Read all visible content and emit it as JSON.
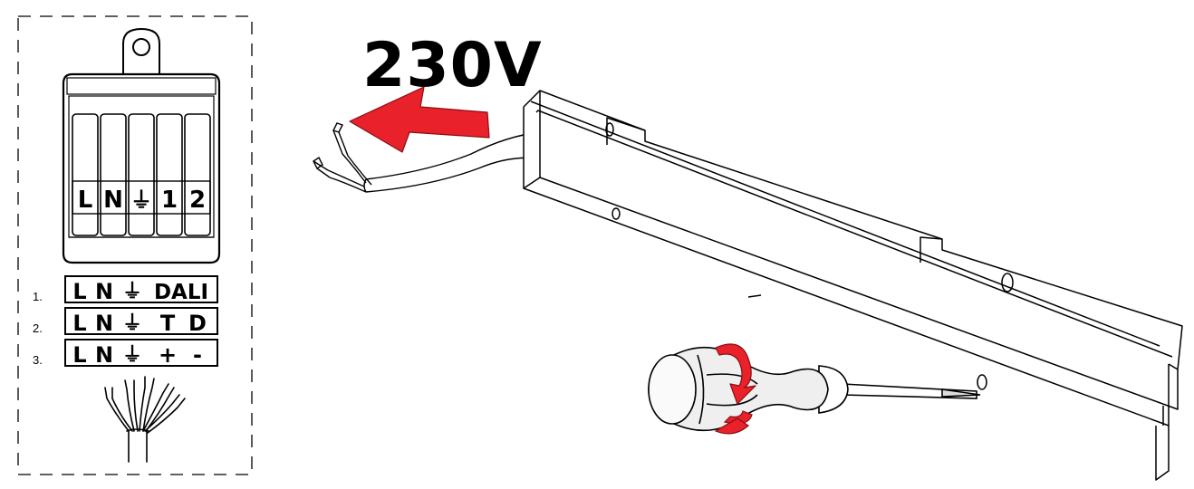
{
  "voltage_label": "230V",
  "terminal_block": {
    "terminals": [
      "L",
      "N",
      "⏚",
      "1",
      "2"
    ]
  },
  "wiring_options": [
    {
      "number": "1.",
      "labels": [
        "L",
        "N",
        "⏚",
        "DALI"
      ]
    },
    {
      "number": "2.",
      "labels": [
        "L",
        "N",
        "⏚",
        "T",
        "D"
      ]
    },
    {
      "number": "3.",
      "labels": [
        "L",
        "N",
        "⏚",
        "+",
        "-"
      ]
    }
  ],
  "colors": {
    "stroke": "#000000",
    "arrow_red": "#e8212a",
    "panel_grey": "#efefef",
    "background": "#ffffff"
  }
}
